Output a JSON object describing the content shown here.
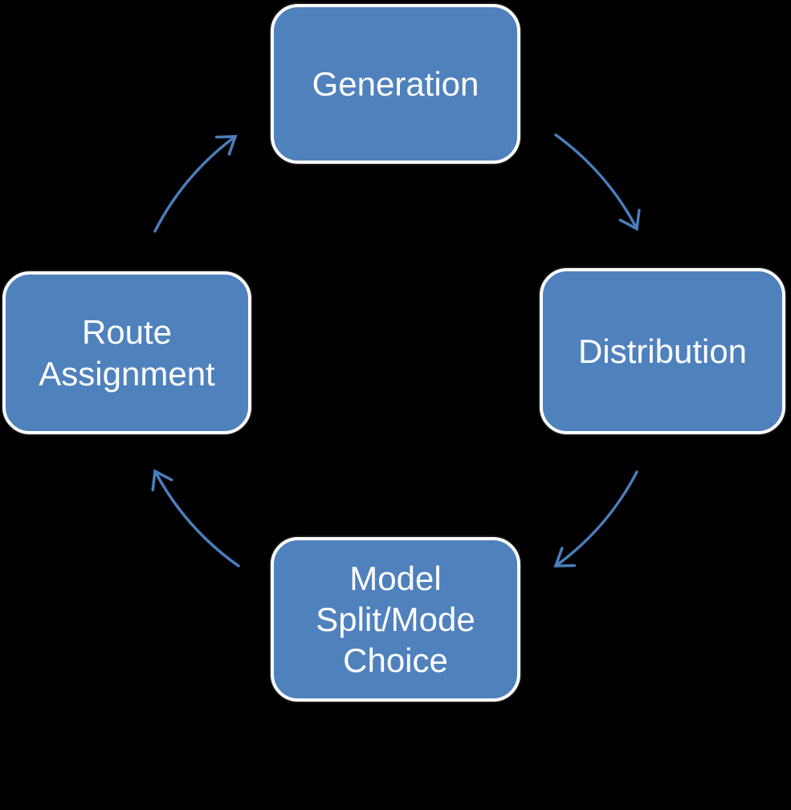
{
  "diagram": {
    "background": "#000000",
    "colors": {
      "node_fill": "#4F81BD",
      "node_border": "#FFFFFF",
      "node_text": "#FFFFFF",
      "arrow": "#4A7EBB"
    },
    "nodes": [
      {
        "id": "generation",
        "label": "Generation",
        "position": "top"
      },
      {
        "id": "distribution",
        "label": "Distribution",
        "position": "right"
      },
      {
        "id": "mode-choice",
        "label": "Model Split/Mode Choice",
        "position": "bottom"
      },
      {
        "id": "route-assignment",
        "label": "Route Assignment",
        "position": "left"
      }
    ],
    "arrows": [
      {
        "from": "generation",
        "to": "distribution"
      },
      {
        "from": "distribution",
        "to": "mode-choice"
      },
      {
        "from": "mode-choice",
        "to": "route-assignment"
      },
      {
        "from": "route-assignment",
        "to": "generation"
      }
    ]
  }
}
